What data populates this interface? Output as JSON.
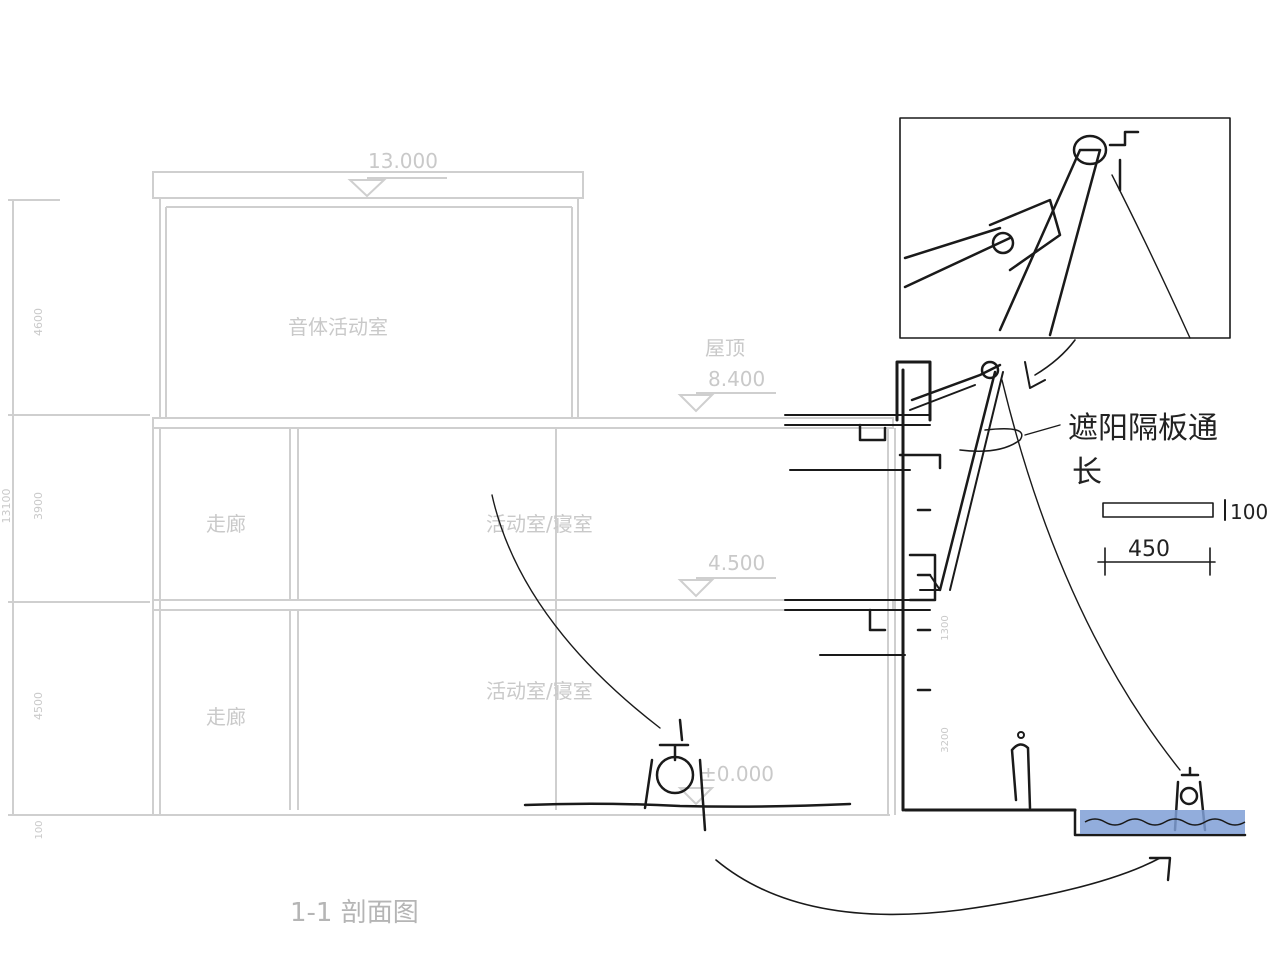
{
  "drawing": {
    "title": "1-1  剖面图",
    "levels": {
      "top": "13.000",
      "roof_label": "屋顶",
      "roof": "8.400",
      "mid": "4.500",
      "ground": "±0.000"
    },
    "rooms": {
      "top_room": "音体活动室",
      "corridor_mid": "走廊",
      "corridor_low": "走廊",
      "room_mid": "活动室/寝室",
      "room_low": "活动室/寝室"
    },
    "dimensions": {
      "d1": "4600",
      "d2": "3900",
      "d3": "4500",
      "total": "13100",
      "plinth": "100",
      "facade_upper": "1300",
      "facade_lower": "3200"
    }
  },
  "annotations": {
    "note_line1": "遮阳隔板通",
    "note_line2": "长",
    "size_thickness": "100",
    "size_length": "450"
  },
  "colors": {
    "faint_line": "#c8c8c8",
    "ink": "#1a1a1a",
    "water": "#7f9fd6"
  }
}
